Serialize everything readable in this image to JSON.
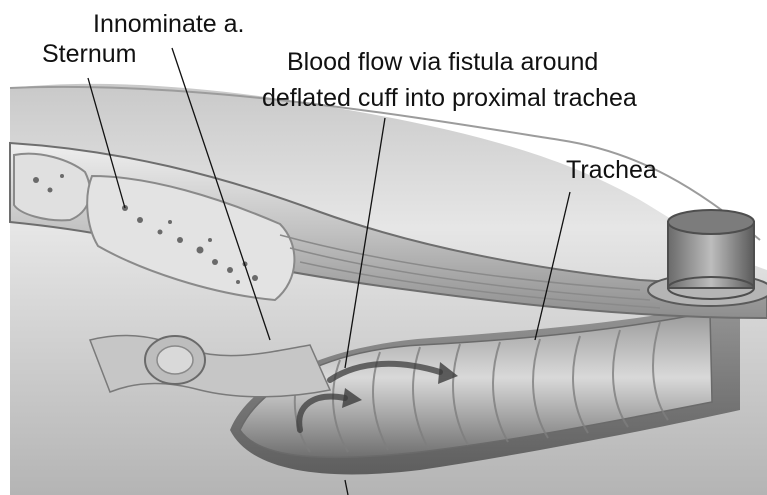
{
  "labels": {
    "innominate": "Innominate a.",
    "sternum": "Sternum",
    "blood_flow_line1": "Blood flow via fistula around",
    "blood_flow_line2": "deflated cuff into proximal trachea",
    "trachea": "Trachea"
  },
  "colors": {
    "background": "#ffffff",
    "tissue_light": "#d8d8d8",
    "tissue_mid": "#a8a8a8",
    "tissue_dark": "#5e5e5e",
    "leader_line": "#111111"
  }
}
